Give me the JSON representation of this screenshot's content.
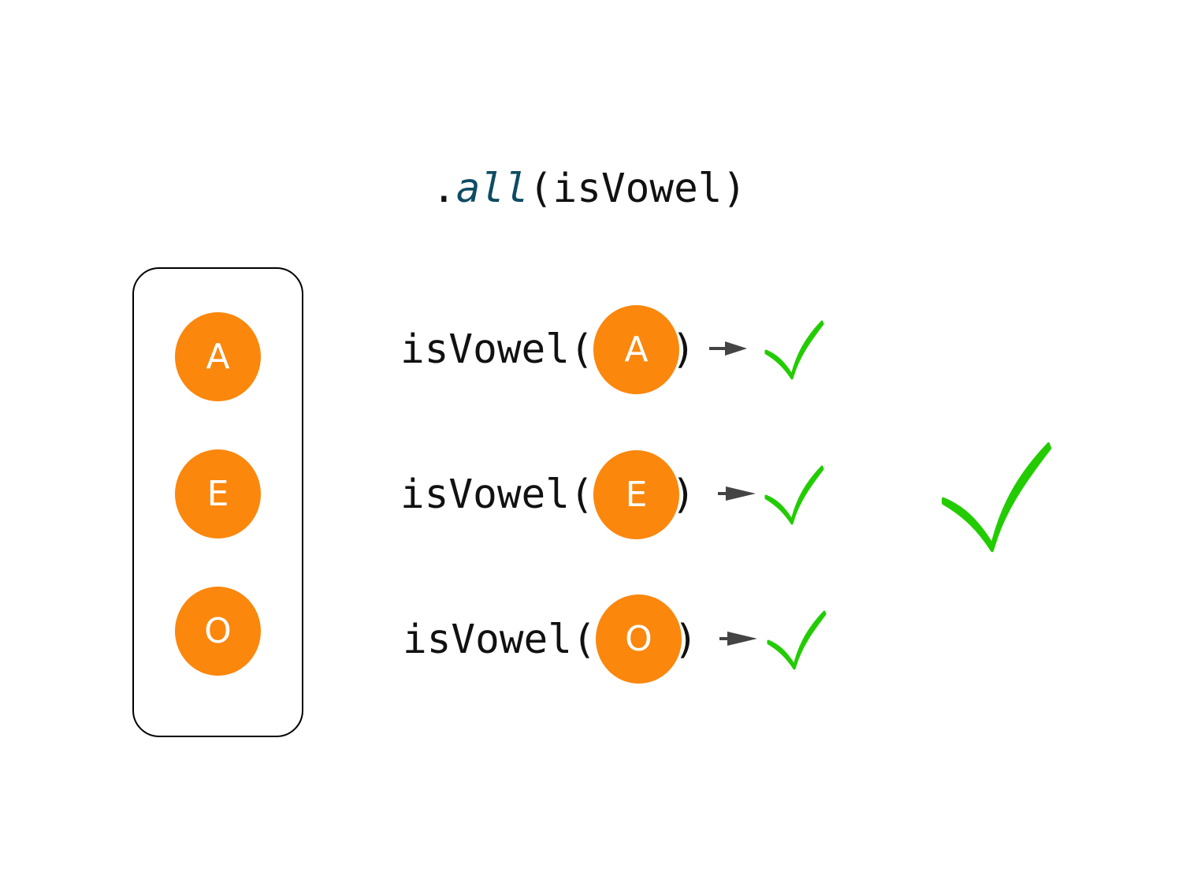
{
  "title": {
    "prefix": ".",
    "method": "all",
    "args": "(isVowel)"
  },
  "collection": {
    "items": [
      "A",
      "E",
      "O"
    ]
  },
  "rows": [
    {
      "func": "isVowel(",
      "arg": "A",
      "close": ")",
      "result": "check-icon"
    },
    {
      "func": "isVowel(",
      "arg": "E",
      "close": ")",
      "result": "check-icon"
    },
    {
      "func": "isVowel(",
      "arg": "O",
      "close": ")",
      "result": "check-icon"
    }
  ],
  "final_result": "check-icon",
  "colors": {
    "circle": "#fb870d",
    "check": "#22cc00",
    "method": "#0e4c63",
    "arrow": "#444444"
  }
}
